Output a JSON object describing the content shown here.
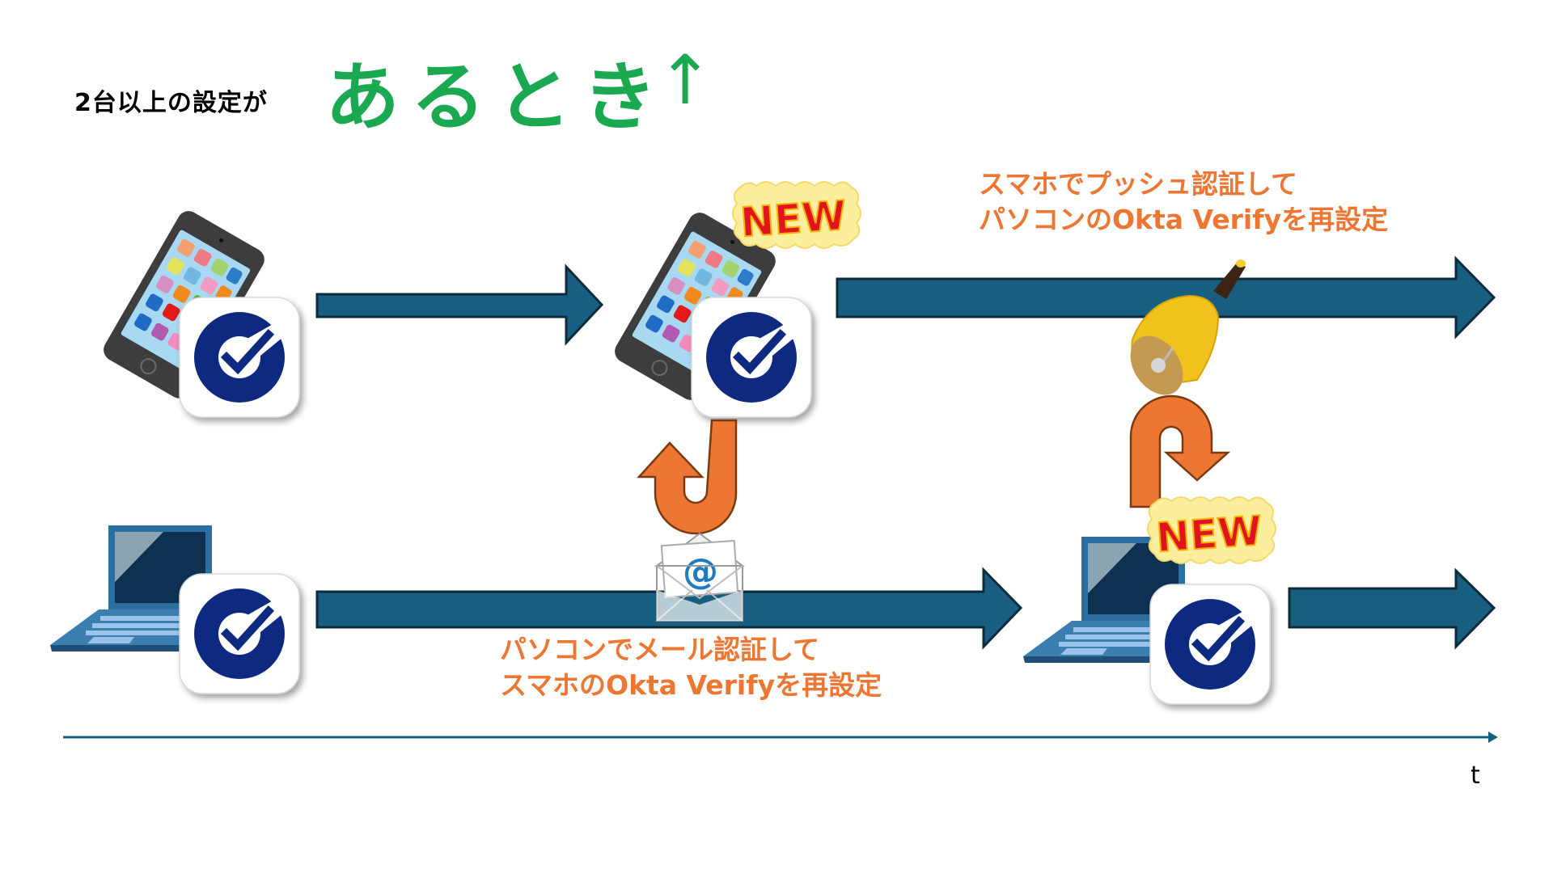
{
  "title": {
    "prefix": "2台以上の設定が",
    "emphasis": "あるとき",
    "arrow": "↑"
  },
  "captions": {
    "push_line1": "スマホでプッシュ認証して",
    "push_line2": "パソコンのOkta Verifyを再設定",
    "mail_line1": "パソコンでメール認証して",
    "mail_line2": "スマホのOkta Verifyを再設定"
  },
  "badges": {
    "new_label": "NEW",
    "mail_symbol": "@"
  },
  "axis": {
    "label": "t"
  },
  "colors": {
    "title_green": "#1aa850",
    "caption_orange": "#ec7632",
    "arrow_blue": "#175e80",
    "arrow_outline": "#0d2a3a",
    "okta_navy": "#0c2a80",
    "uturn_orange": "#ec7632",
    "new_red": "#e0141e",
    "new_bg": "#fbef9e"
  },
  "devices": {
    "row1": "smartphone",
    "row2": "laptop",
    "app": "Okta Verify"
  }
}
